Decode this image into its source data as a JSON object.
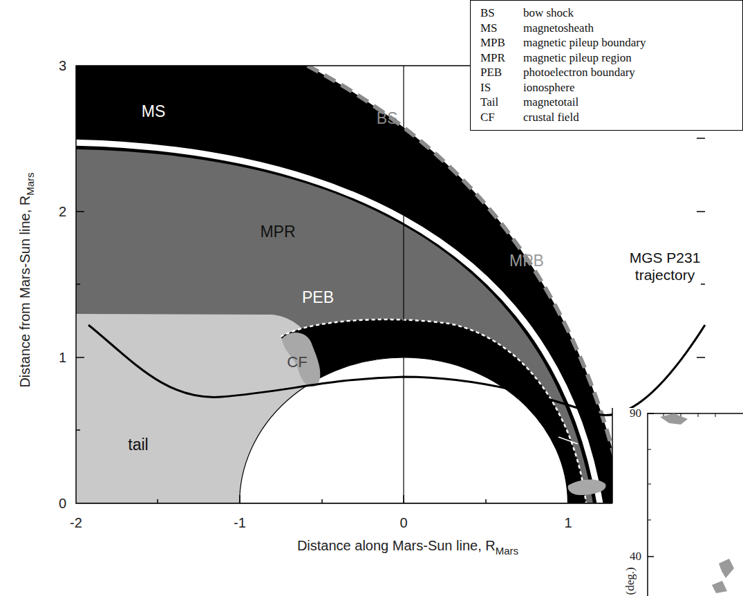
{
  "diagram": {
    "nodes": [
      {
        "text": [
          "BS",
          "bow shock",
          "MS",
          "magnetosheath",
          "MPB",
          "magnetic pileup boundary",
          "MPR",
          "magnetic pileup region",
          "PEB",
          "photoelectron boundary",
          "IS",
          "ionosphere",
          "Tail",
          "magnetotail",
          "CF",
          "crustal field"
        ]
      }
    ],
    "labels": [
      "3",
      "2",
      "1",
      "0",
      "-2",
      "-1",
      "0",
      "1",
      "Distance from Mars-Sun line, R",
      "Mars",
      "Distance along Mars-Sun line, R",
      "Mars",
      "MS",
      "BS",
      "MPR",
      "PEB",
      "MPB",
      "CF",
      "tail",
      "IS",
      "MGS P231 trajectory",
      "90",
      "40",
      "(deg.)"
    ]
  }
}
